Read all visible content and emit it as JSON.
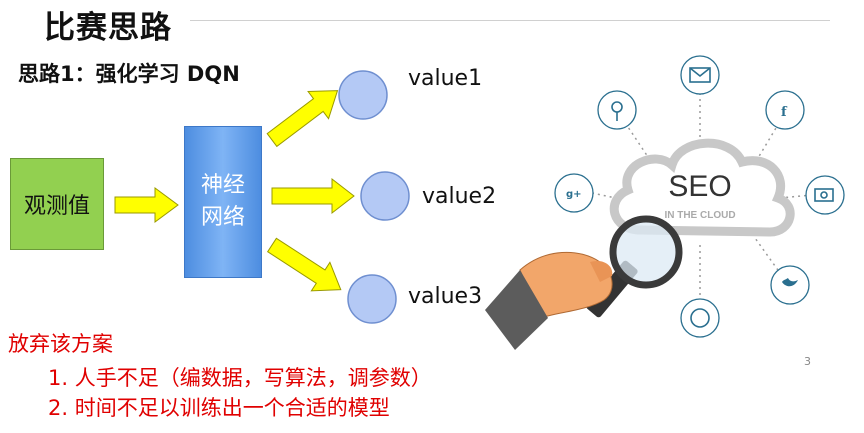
{
  "title": "比赛思路",
  "subtitle": "思路1：强化学习 DQN",
  "diagram": {
    "observation_label": "观测值",
    "network_label": "神经网络",
    "outputs": [
      "value1",
      "value2",
      "value3"
    ]
  },
  "abandon": {
    "heading": "放弃该方案",
    "reasons": [
      "1. 人手不足（编数据，写算法，调参数）",
      "2. 时间不足以训练出一个合适的模型"
    ]
  },
  "illustration": {
    "seo_text": "SEO",
    "seo_subtext": "IN THE CLOUD",
    "icons": [
      "mail-icon",
      "podcast-icon",
      "facebook-icon",
      "google-plus-icon",
      "video-icon",
      "globe-icon",
      "twitter-icon"
    ]
  },
  "page_number": "3",
  "colors": {
    "observation_box": "#92d050",
    "network_box": "#5b9bf0",
    "output_circle": "#b4c9f5",
    "arrow": "#ffff00",
    "warning_text": "#e00000",
    "icon_teal": "#2a6f8f"
  }
}
